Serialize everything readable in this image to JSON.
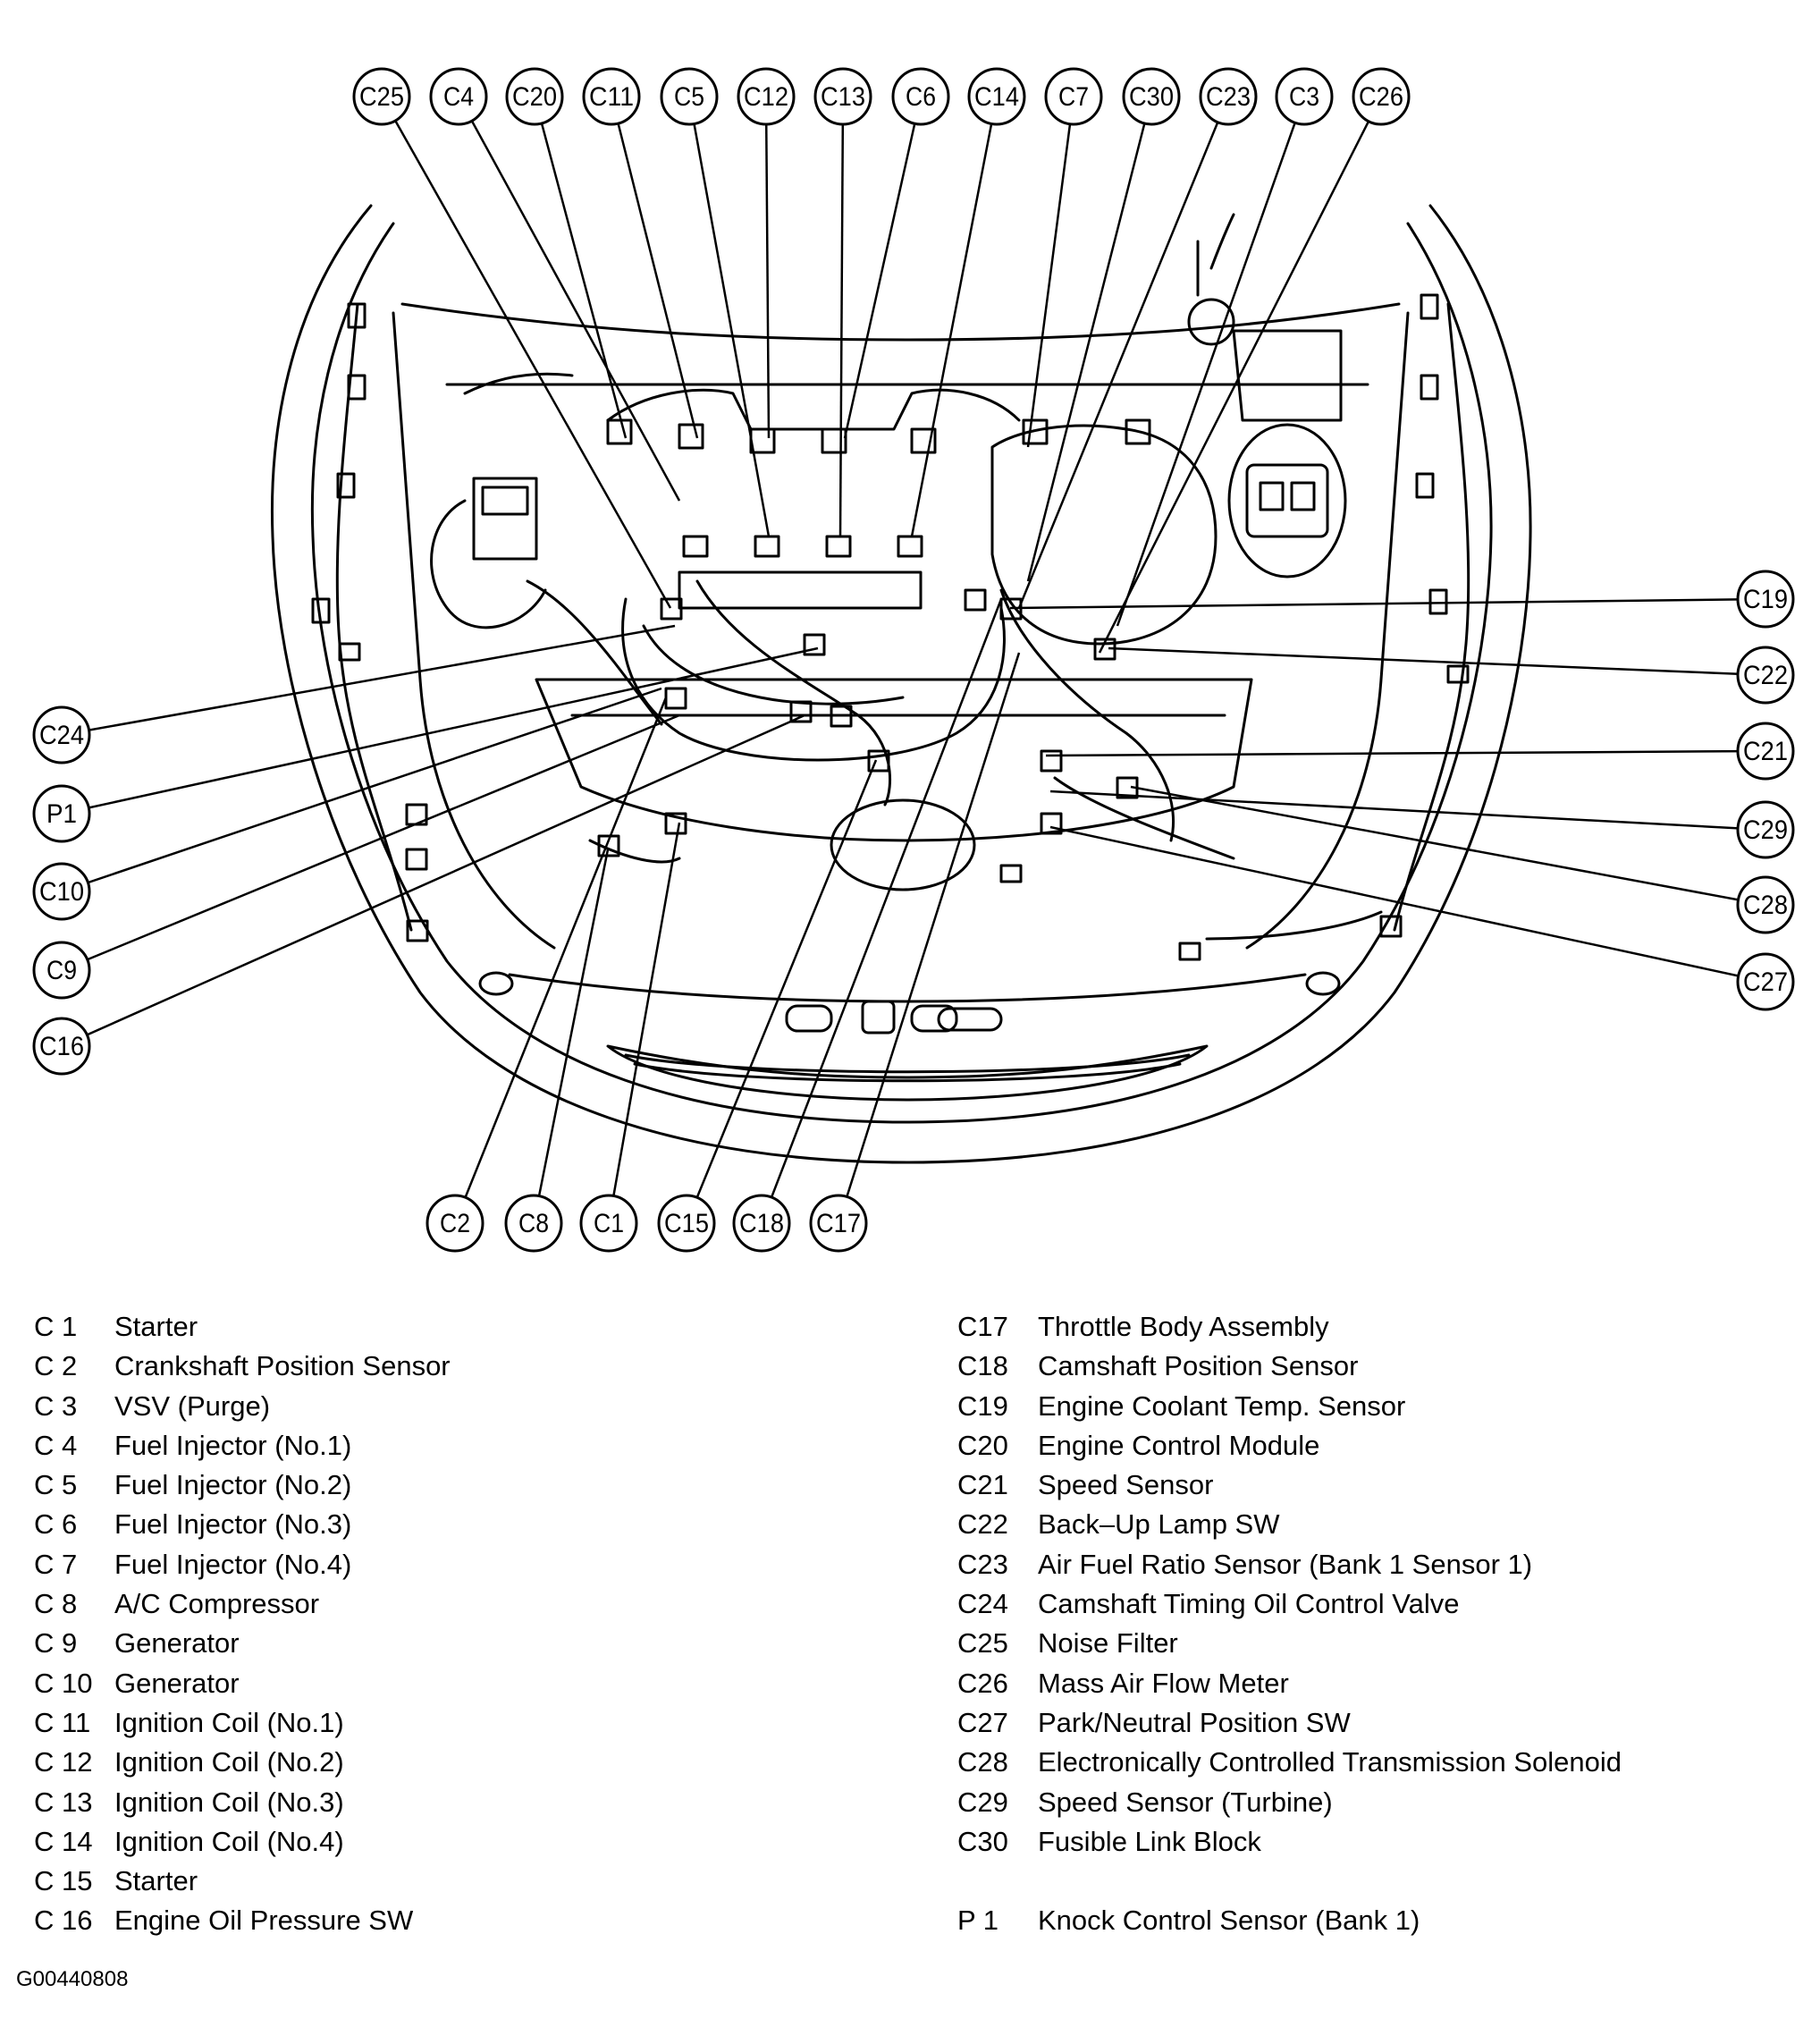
{
  "figure_id": "G00440808",
  "top_callouts": [
    "C25",
    "C4",
    "C20",
    "C11",
    "C5",
    "C12",
    "C13",
    "C6",
    "C14",
    "C7",
    "C30",
    "C23",
    "C3",
    "C26"
  ],
  "bottom_callouts": [
    "C2",
    "C8",
    "C1",
    "C15",
    "C18",
    "C17"
  ],
  "left_callouts": [
    "C24",
    "P1",
    "C10",
    "C9",
    "C16"
  ],
  "right_callouts": [
    "C19",
    "C22",
    "C21",
    "C29",
    "C28",
    "C27"
  ],
  "legend_left": [
    {
      "code": "C  1",
      "desc": "Starter"
    },
    {
      "code": "C  2",
      "desc": "Crankshaft Position Sensor"
    },
    {
      "code": "C  3",
      "desc": "VSV (Purge)"
    },
    {
      "code": "C  4",
      "desc": "Fuel Injector (No.1)"
    },
    {
      "code": "C  5",
      "desc": "Fuel Injector (No.2)"
    },
    {
      "code": "C  6",
      "desc": "Fuel Injector (No.3)"
    },
    {
      "code": "C  7",
      "desc": "Fuel Injector (No.4)"
    },
    {
      "code": "C  8",
      "desc": "A/C Compressor"
    },
    {
      "code": "C  9",
      "desc": "Generator"
    },
    {
      "code": "C 10",
      "desc": "Generator"
    },
    {
      "code": "C 11",
      "desc": "Ignition Coil (No.1)"
    },
    {
      "code": "C 12",
      "desc": "Ignition Coil (No.2)"
    },
    {
      "code": "C 13",
      "desc": "Ignition Coil (No.3)"
    },
    {
      "code": "C 14",
      "desc": "Ignition Coil (No.4)"
    },
    {
      "code": "C 15",
      "desc": "Starter"
    },
    {
      "code": "C 16",
      "desc": "Engine Oil Pressure SW"
    }
  ],
  "legend_right": [
    {
      "code": "C17",
      "desc": "Throttle Body Assembly"
    },
    {
      "code": "C18",
      "desc": "Camshaft Position Sensor"
    },
    {
      "code": "C19",
      "desc": "Engine Coolant Temp. Sensor"
    },
    {
      "code": "C20",
      "desc": "Engine Control Module"
    },
    {
      "code": "C21",
      "desc": "Speed Sensor"
    },
    {
      "code": "C22",
      "desc": "Back–Up Lamp SW"
    },
    {
      "code": "C23",
      "desc": "Air Fuel Ratio Sensor (Bank 1 Sensor 1)"
    },
    {
      "code": "C24",
      "desc": "Camshaft Timing Oil Control Valve"
    },
    {
      "code": "C25",
      "desc": "Noise Filter"
    },
    {
      "code": "C26",
      "desc": "Mass Air Flow Meter"
    },
    {
      "code": "C27",
      "desc": "Park/Neutral Position SW"
    },
    {
      "code": "C28",
      "desc": "Electronically Controlled Transmission Solenoid"
    },
    {
      "code": "C29",
      "desc": "Speed Sensor (Turbine)"
    },
    {
      "code": "C30",
      "desc": "Fusible Link Block"
    }
  ],
  "legend_extra": {
    "code": "P  1",
    "desc": "Knock Control Sensor (Bank 1)"
  }
}
